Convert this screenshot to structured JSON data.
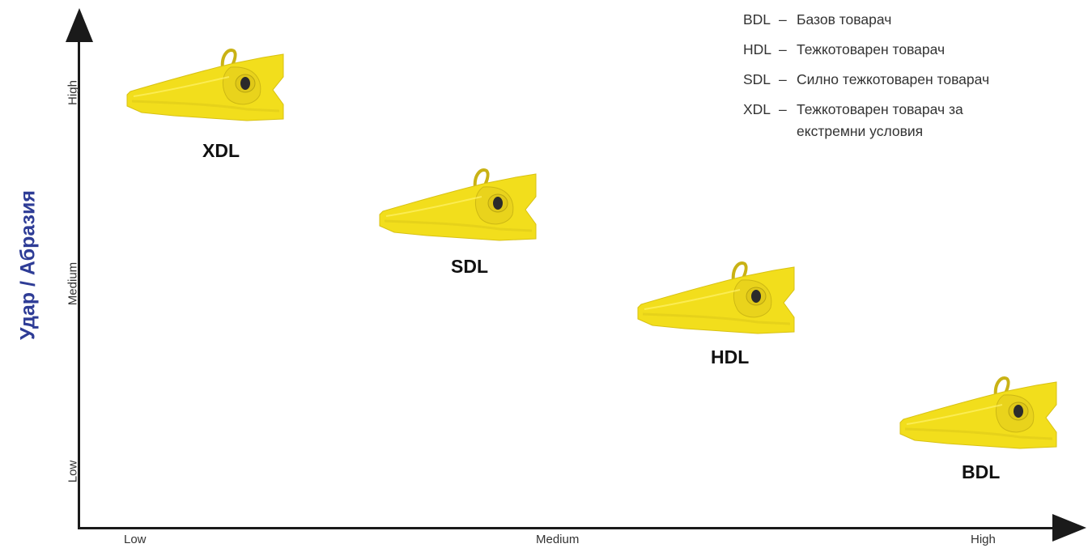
{
  "diagram": {
    "y_axis_title": "Удар / Абразия",
    "x_ticks": [
      "Low",
      "Medium",
      "High"
    ],
    "y_ticks": [
      "Low",
      "Medium",
      "High"
    ],
    "teeth": [
      {
        "label": "XDL",
        "level": "High / Low"
      },
      {
        "label": "SDL",
        "level": "Medium-High / Medium-Low"
      },
      {
        "label": "HDL",
        "level": "Medium / Medium-High"
      },
      {
        "label": "BDL",
        "level": "Low / High"
      }
    ],
    "tooth_color": "#f2de1c",
    "axis_title_color": "#2e3c96"
  },
  "legend": [
    {
      "code": "BDL",
      "dash": "–",
      "text": "Базов товарач"
    },
    {
      "code": "HDL",
      "dash": "–",
      "text": "Тежкотоварен товарач"
    },
    {
      "code": "SDL",
      "dash": "–",
      "text": "Силно тежкотоварен товарач"
    },
    {
      "code": "XDL",
      "dash": "–",
      "text": "Тежкотоварен товарач за",
      "text_cont": "екстремни условия"
    }
  ]
}
